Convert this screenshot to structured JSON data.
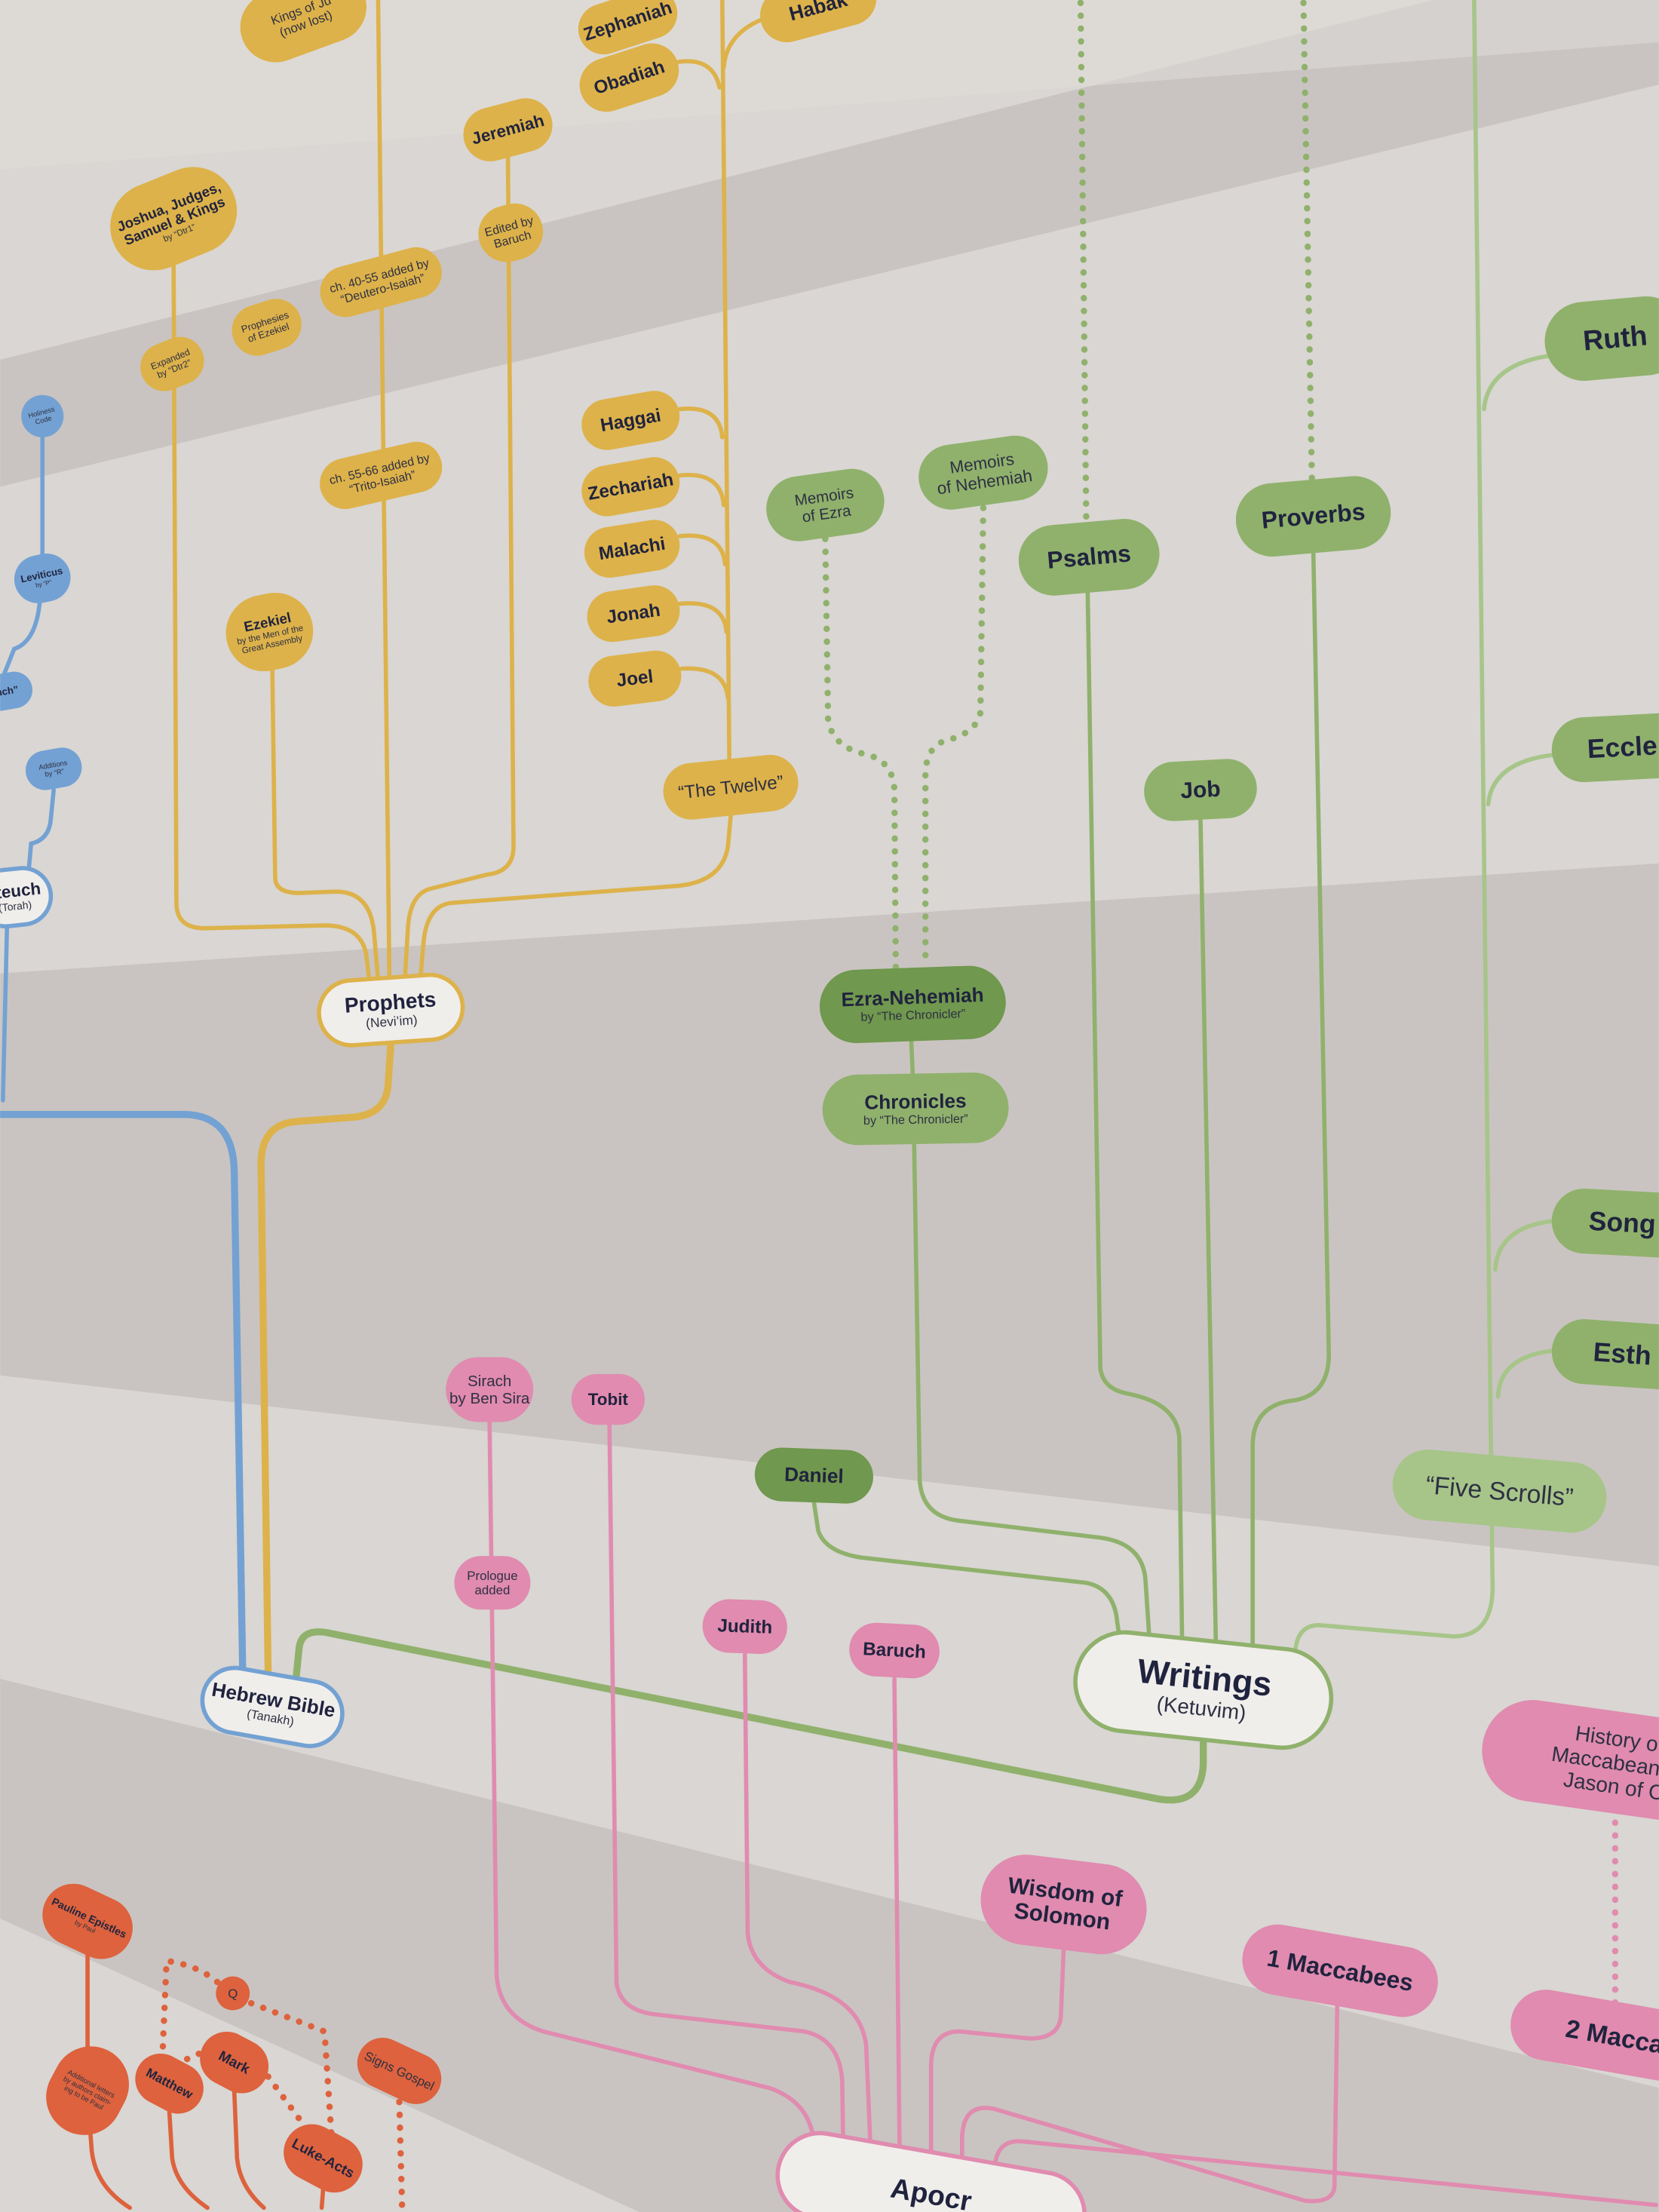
{
  "colors": {
    "torah": "#72a4d8",
    "prophets": "#e2b648",
    "writings": "#91b56c",
    "writings_dark": "#6f9a4c",
    "five_scrolls": "#a9ca8b",
    "apocrypha": "#e58db3",
    "new_testament": "#e2613a",
    "hub_fill": "#f6f5f2",
    "text": "#1b1f3b"
  },
  "nodes": {
    "kings_chronicles": {
      "title": [],
      "sub": [
        "Kings of Ju",
        "(now lost)"
      ]
    },
    "zephaniah": {
      "title": [
        "Zephaniah"
      ],
      "sub": []
    },
    "habakkuk": {
      "title": [
        "Habak"
      ],
      "sub": []
    },
    "obadiah": {
      "title": [
        "Obadiah"
      ],
      "sub": []
    },
    "joshua_kings": {
      "title": [
        "Joshua, Judges,",
        "Samuel & Kings"
      ],
      "sub": [
        "by “Dtr1”"
      ]
    },
    "jeremiah": {
      "title": [
        "Jeremiah"
      ],
      "sub": []
    },
    "edited_baruch": {
      "title": [],
      "sub": [
        "Edited by",
        "Baruch"
      ]
    },
    "expanded_dtr2": {
      "title": [],
      "sub": [
        "Expanded",
        "by “Dtr2”"
      ]
    },
    "prophesies_ezekiel": {
      "title": [],
      "sub": [
        "Prophesies",
        "of Ezekiel"
      ]
    },
    "deutero_isaiah": {
      "title": [],
      "sub": [
        "ch. 40-55 added by",
        "“Deutero-Isaiah”"
      ]
    },
    "trito_isaiah": {
      "title": [],
      "sub": [
        "ch. 55-66 added by",
        "“Trito-Isaiah”"
      ]
    },
    "ezekiel": {
      "title": [
        "Ezekiel"
      ],
      "sub": [
        "by the Men of the",
        "Great Assembly"
      ]
    },
    "haggai": {
      "title": [
        "Haggai"
      ],
      "sub": []
    },
    "zechariah": {
      "title": [
        "Zechariah"
      ],
      "sub": []
    },
    "malachi": {
      "title": [
        "Malachi"
      ],
      "sub": []
    },
    "jonah": {
      "title": [
        "Jonah"
      ],
      "sub": []
    },
    "joel": {
      "title": [
        "Joel"
      ],
      "sub": []
    },
    "the_twelve": {
      "title": [],
      "sub": [
        "“The Twelve”"
      ]
    },
    "prophets": {
      "title": [
        "Prophets"
      ],
      "sub": [
        "(Nevi’im)"
      ]
    },
    "holiness_code": {
      "title": [],
      "sub": [
        "Holiness",
        "Code"
      ]
    },
    "leviticus": {
      "title": [
        "Leviticus"
      ],
      "sub": [
        "by “P”"
      ]
    },
    "deuteronomy_partial": {
      "title": [
        "uch”"
      ],
      "sub": []
    },
    "additions_r": {
      "title": [],
      "sub": [
        "Additions",
        "by “R”"
      ]
    },
    "pentateuch": {
      "title": [
        "ateuch"
      ],
      "sub": [
        "(Torah)"
      ]
    },
    "hebrew_bible": {
      "title": [
        "Hebrew Bible"
      ],
      "sub": [
        "(Tanakh)"
      ]
    },
    "memoirs_ezra": {
      "title": [],
      "sub": [
        "Memoirs",
        "of Ezra"
      ]
    },
    "memoirs_nehemiah": {
      "title": [],
      "sub": [
        "Memoirs",
        "of Nehemiah"
      ]
    },
    "psalms": {
      "title": [
        "Psalms"
      ],
      "sub": []
    },
    "proverbs": {
      "title": [
        "Proverbs"
      ],
      "sub": []
    },
    "ruth": {
      "title": [
        "Ruth"
      ],
      "sub": []
    },
    "ecclesiastes": {
      "title": [
        "Eccle"
      ],
      "sub": []
    },
    "job": {
      "title": [
        "Job"
      ],
      "sub": []
    },
    "ezra_nehemiah": {
      "title": [
        "Ezra-Nehemiah"
      ],
      "sub": [
        "by “The Chronicler”"
      ]
    },
    "chronicles": {
      "title": [
        "Chronicles"
      ],
      "sub": [
        "by “The Chronicler”"
      ]
    },
    "song": {
      "title": [
        "Song"
      ],
      "sub": []
    },
    "esther": {
      "title": [
        "Esth"
      ],
      "sub": []
    },
    "five_scrolls": {
      "title": [],
      "sub": [
        "“Five Scrolls”"
      ]
    },
    "daniel": {
      "title": [
        "Daniel"
      ],
      "sub": []
    },
    "writings": {
      "title": [
        "Writings"
      ],
      "sub": [
        "(Ketuvim)"
      ]
    },
    "sirach": {
      "title": [],
      "sub": [
        "Sirach",
        "by Ben Sira"
      ]
    },
    "tobit": {
      "title": [
        "Tobit"
      ],
      "sub": []
    },
    "prologue_added": {
      "title": [],
      "sub": [
        "Prologue",
        "added"
      ]
    },
    "judith": {
      "title": [
        "Judith"
      ],
      "sub": []
    },
    "baruch": {
      "title": [
        "Baruch"
      ],
      "sub": []
    },
    "wisdom_solomon": {
      "title": [
        "Wisdom of",
        "Solomon"
      ],
      "sub": []
    },
    "maccabees_1": {
      "title": [
        "1 Maccabees"
      ],
      "sub": []
    },
    "history_maccabean": {
      "title": [],
      "sub": [
        "History of t",
        "Maccabean Re",
        "Jason of Cy"
      ]
    },
    "maccabees_2": {
      "title": [
        "2 Maccab"
      ],
      "sub": []
    },
    "apocrypha": {
      "title": [
        "Apocr"
      ],
      "sub": []
    },
    "pauline_epistles": {
      "title": [
        "Pauline Epistles"
      ],
      "sub": [
        "by Paul"
      ]
    },
    "additional_letters": {
      "title": [],
      "sub": [
        "Additional letters",
        "by authors claim-",
        "ing to be Paul"
      ]
    },
    "q_source": {
      "title": [],
      "sub": [
        "Q"
      ]
    },
    "matthew": {
      "title": [
        "Matthew"
      ],
      "sub": []
    },
    "mark": {
      "title": [
        "Mark"
      ],
      "sub": []
    },
    "signs_gospel": {
      "title": [],
      "sub": [
        "Signs Gospel"
      ]
    },
    "luke_acts": {
      "title": [
        "Luke-Acts"
      ],
      "sub": []
    }
  }
}
